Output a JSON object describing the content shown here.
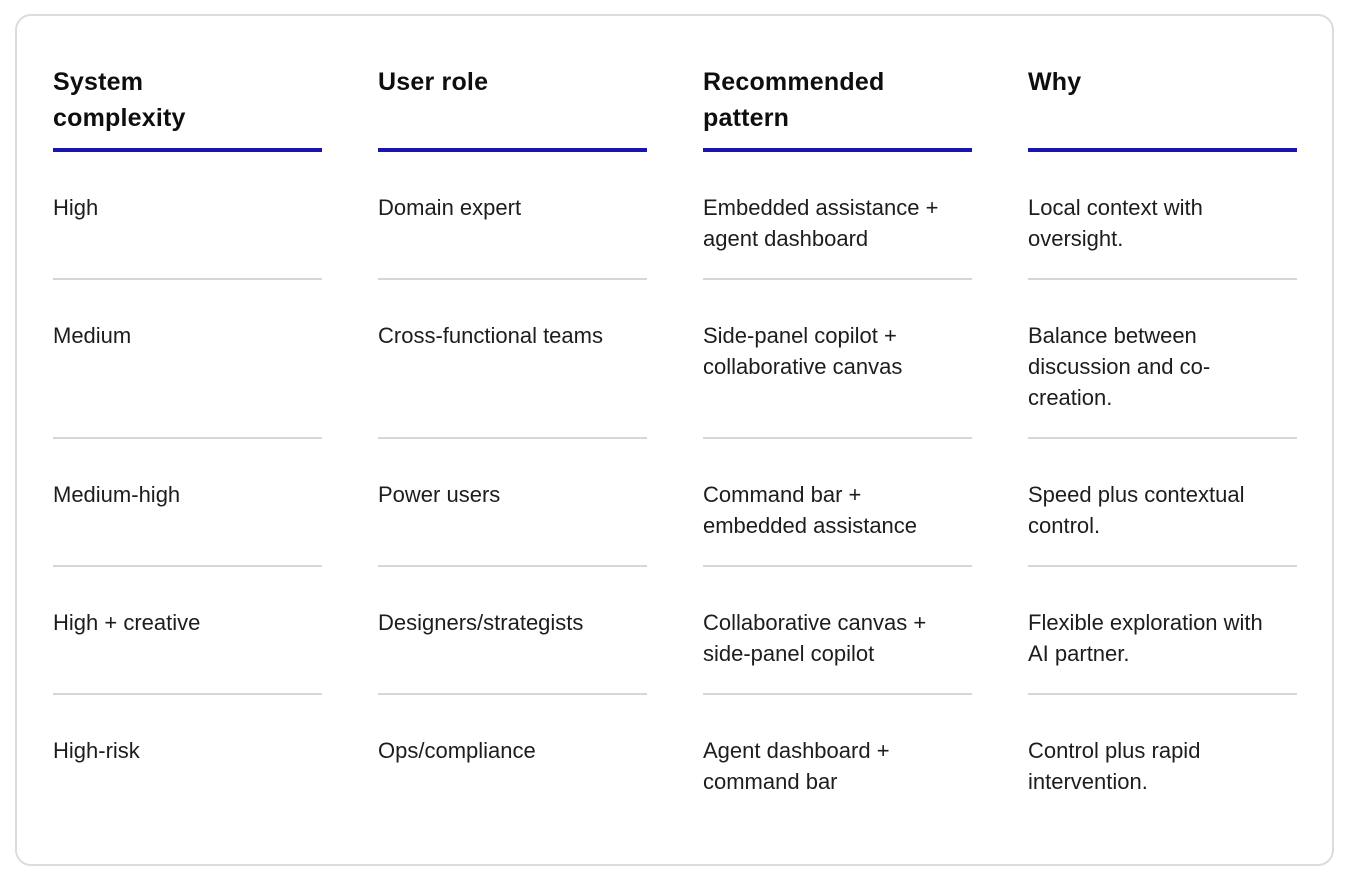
{
  "style": {
    "accent_color": "#1a15b0",
    "divider_color": "#d6d6d6",
    "card_border_color": "#dcdcde"
  },
  "table": {
    "columns": [
      {
        "label": "System complexity"
      },
      {
        "label": "User role"
      },
      {
        "label": "Recommended pattern"
      },
      {
        "label": "Why"
      }
    ],
    "rows": [
      {
        "cells": [
          "High",
          "Domain expert",
          "Embedded assistance + agent dashboard",
          "Local context with oversight."
        ]
      },
      {
        "cells": [
          "Medium",
          "Cross-functional teams",
          "Side-panel copilot + collaborative canvas",
          "Balance between discussion and co-creation."
        ]
      },
      {
        "cells": [
          "Medium-high",
          "Power users",
          "Command bar + embedded assistance",
          "Speed plus contextual control."
        ]
      },
      {
        "cells": [
          "High + creative",
          "Designers/strategists",
          "Collaborative canvas + side-panel copilot",
          "Flexible exploration with AI partner."
        ]
      },
      {
        "cells": [
          "High-risk",
          "Ops/compliance",
          "Agent dashboard + command bar",
          "Control plus rapid intervention."
        ]
      }
    ]
  }
}
